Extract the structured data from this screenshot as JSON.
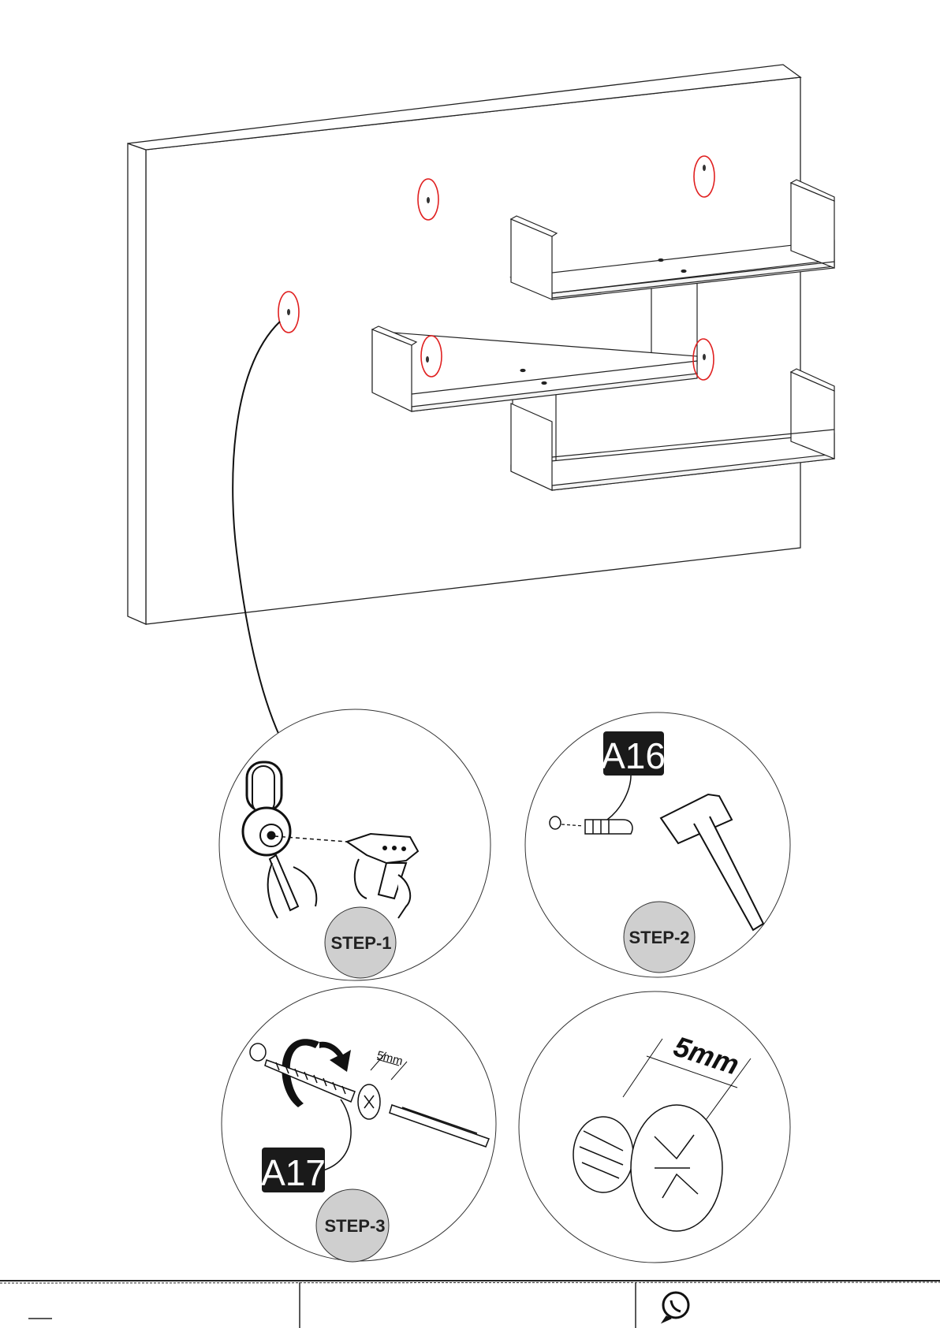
{
  "steps": [
    {
      "label": "STEP-1"
    },
    {
      "label": "STEP-2",
      "part": "A16"
    },
    {
      "label": "STEP-3",
      "part": "A17"
    },
    {
      "measure": "5mm"
    }
  ],
  "step3_measure": "5mm",
  "footer": {
    "whatsapp_icon": "whatsapp-icon"
  },
  "colors": {
    "marker_ring": "#e02020",
    "step_badge": "#cfcfcf",
    "part_tag": "#1a1a1a"
  }
}
